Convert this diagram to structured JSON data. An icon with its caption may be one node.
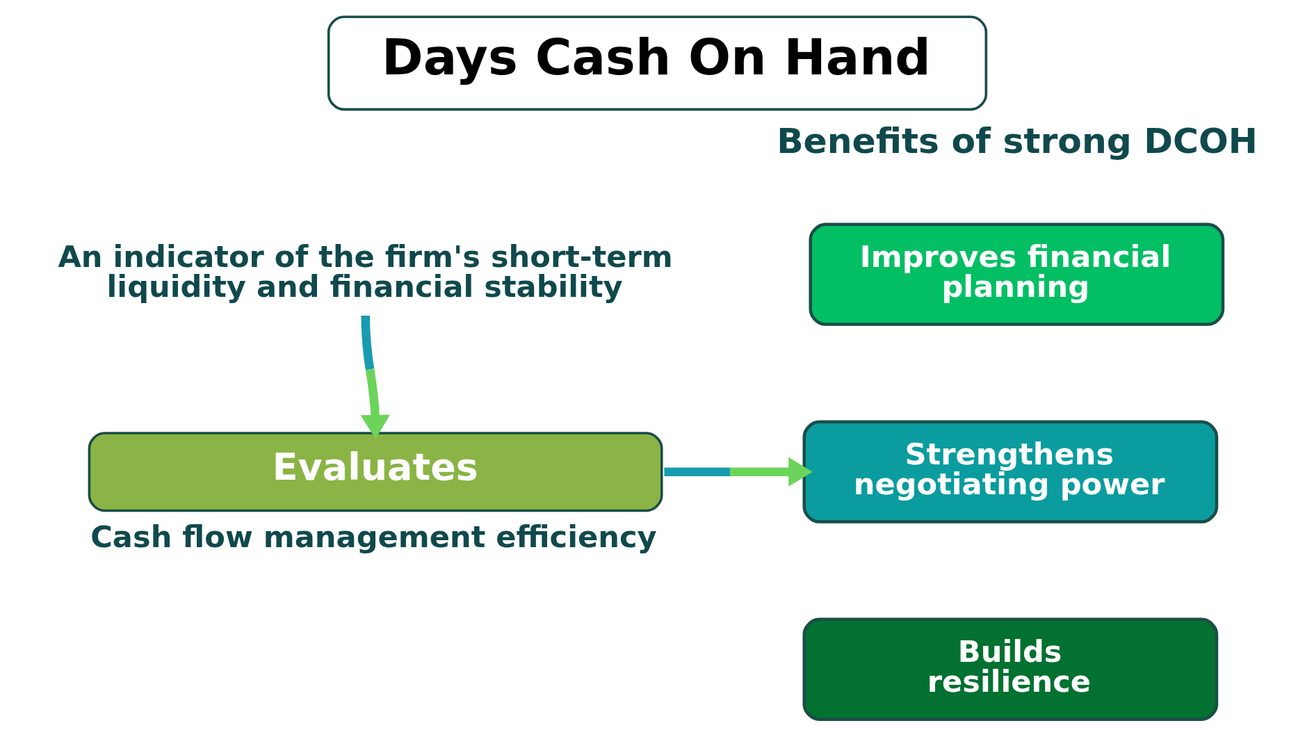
{
  "diagram": {
    "title": "Days Cash On Hand",
    "nodes": [
      {
        "text": [
          "An indicator of the firm's short-term liquidity and financial stability"
        ]
      },
      {
        "text": [
          "Evaluates"
        ],
        "beside": [
          "Cash flow management efficiency"
        ]
      },
      {
        "text": [
          "Benefits of strong DCOH"
        ]
      },
      {
        "text": [
          "Improves financial planning"
        ]
      },
      {
        "text": [
          "Strengthens negotiating power"
        ]
      },
      {
        "text": [
          "Builds resilience"
        ]
      }
    ],
    "edges": [
      {
        "from": 0,
        "to": 1,
        "arrow": "to"
      },
      {
        "from": 1,
        "to": 4,
        "arrow": "to"
      }
    ]
  }
}
